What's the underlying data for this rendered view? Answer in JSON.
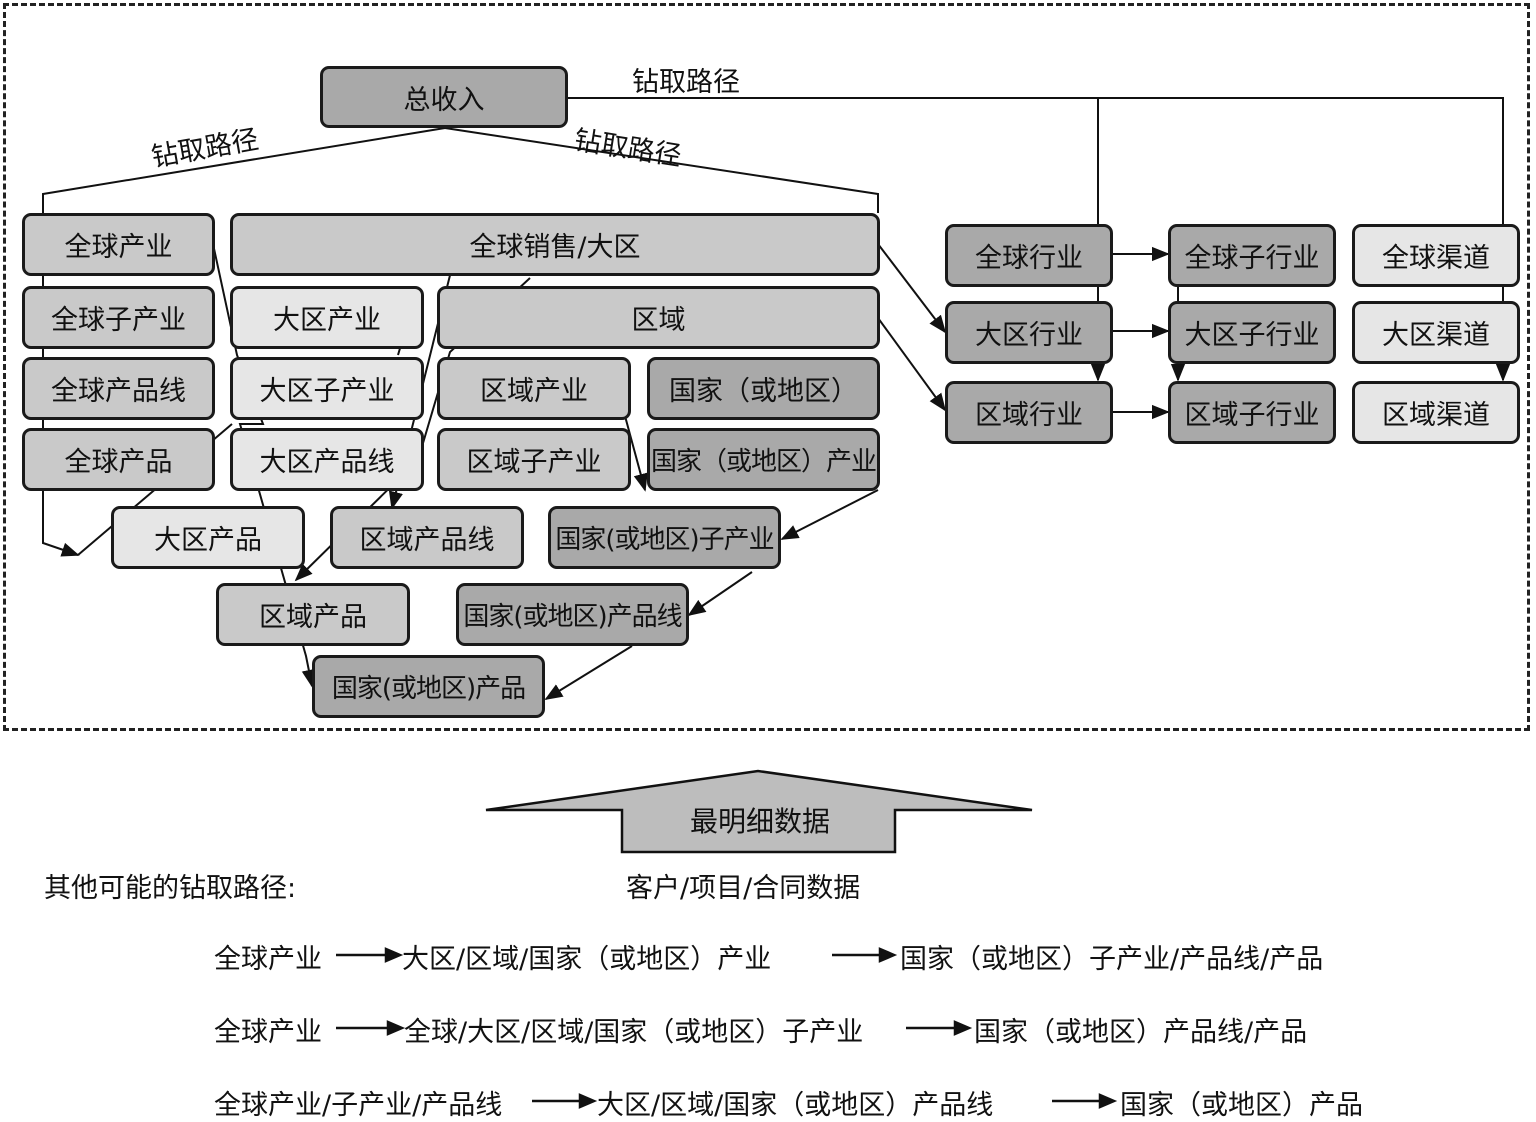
{
  "drill_label": "钻取路径",
  "nodes": {
    "total_revenue": "总收入",
    "global_industry": "全球产业",
    "global_sales_region": "全球销售/大区",
    "global_sub_industry": "全球子产业",
    "region_industry": "大区产业",
    "area": "区域",
    "global_product_line": "全球产品线",
    "region_sub_industry": "大区子产业",
    "area_industry": "区域产业",
    "country": "国家（或地区）",
    "global_product": "全球产品",
    "region_product_line": "大区产品线",
    "area_sub_industry": "区域子产业",
    "country_industry": "国家（或地区）产业",
    "region_product": "大区产品",
    "area_product_line": "区域产品线",
    "country_sub_industry": "国家(或地区)子产业",
    "area_product": "区域产品",
    "country_product_line": "国家(或地区)产品线",
    "country_product": "国家(或地区)产品",
    "global_vertical": "全球行业",
    "region_vertical": "大区行业",
    "area_vertical": "区域行业",
    "global_sub_vertical": "全球子行业",
    "region_sub_vertical": "大区子行业",
    "area_sub_vertical": "区域子行业",
    "global_channel": "全球渠道",
    "region_channel": "大区渠道",
    "area_channel": "区域渠道"
  },
  "detail_arrow_label": "最明细数据",
  "detail_source": "客户/项目/合同数据",
  "other_paths_title": "其他可能的钻取路径:",
  "other_paths": [
    [
      "全球产业",
      "大区/区域/国家（或地区）产业",
      "国家（或地区）子产业/产品线/产品"
    ],
    [
      "全球产业",
      "全球/大区/区域/国家（或地区）子产业",
      "国家（或地区）产品线/产品"
    ],
    [
      "全球产业/子产业/产品线",
      "大区/区域/国家（或地区）产品线",
      "国家（或地区）产品"
    ]
  ]
}
